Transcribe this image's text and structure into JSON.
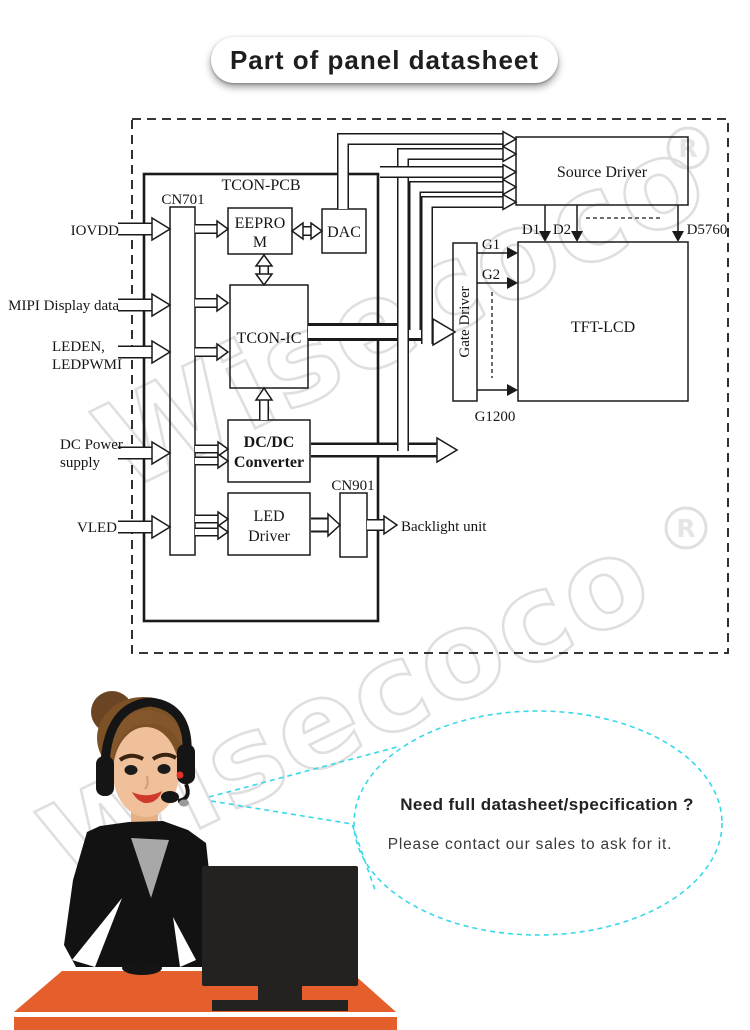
{
  "title": "Part of panel datasheet",
  "diagram": {
    "blocks": {
      "tcon_pcb": "TCON-PCB",
      "cn701": "CN701",
      "eeprom_l1": "EEPRO",
      "eeprom_l2": "M",
      "dac": "DAC",
      "tcon_ic": "TCON-IC",
      "dcdc_l1": "DC/DC",
      "dcdc_l2": "Converter",
      "led_l1": "LED",
      "led_l2": "Driver",
      "cn901": "CN901",
      "source_driver": "Source Driver",
      "gate_driver": "Gate Driver",
      "tft_lcd": "TFT-LCD"
    },
    "inputs": {
      "iovdd": "IOVDD",
      "mipi": "MIPI Display data",
      "leden_l1": "LEDEN,",
      "leden_l2": "LEDPWMI",
      "power_l1": "DC Power",
      "power_l2": "supply",
      "vled": "VLED"
    },
    "signals": {
      "d1": "D1",
      "d2": "D2",
      "d5760": "D5760",
      "g1": "G1",
      "g2": "G2",
      "g1200": "G1200",
      "backlight": "Backlight unit"
    }
  },
  "watermark": {
    "text": "Wisecoco",
    "registered": "R"
  },
  "bubble": {
    "line1": "Need full datasheet/specification ?",
    "line2": "Please contact our sales to ask for it."
  },
  "colors": {
    "desk_orange": "#e45f2b",
    "bubble_cyan": "#38d9e7",
    "diagram_ink": "#1a1a1a",
    "watermark_gray": "#dcdcdc",
    "suit_black": "#121212",
    "skin": "#efc09a",
    "hair_brown": "#7d5126"
  }
}
